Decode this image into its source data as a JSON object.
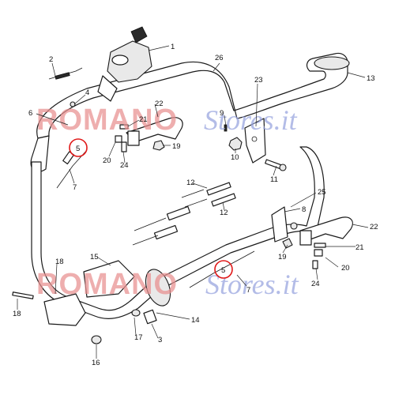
{
  "diagram": {
    "callouts": {
      "c1": "1",
      "c2": "2",
      "c3": "3",
      "c4": "4",
      "c5a": "5",
      "c5b": "5",
      "c6": "6",
      "c7a": "7",
      "c7b": "7",
      "c8": "8",
      "c9": "9",
      "c10": "10",
      "c11": "11",
      "c12a": "12",
      "c12b": "12",
      "c13": "13",
      "c14": "14",
      "c15": "15",
      "c16": "16",
      "c17": "17",
      "c18a": "18",
      "c18b": "18",
      "c19a": "19",
      "c19b": "19",
      "c20a": "20",
      "c20b": "20",
      "c21a": "21",
      "c21b": "21",
      "c22a": "22",
      "c22b": "22",
      "c23": "23",
      "c24a": "24",
      "c24b": "24",
      "c25": "25",
      "c26": "26"
    },
    "watermark": {
      "brand_red": "ROMANO",
      "brand_blue": "Stores.it",
      "red_color": "#e88f8f",
      "blue_color": "#9aa6e0"
    },
    "highlight_color": "#e01818"
  }
}
